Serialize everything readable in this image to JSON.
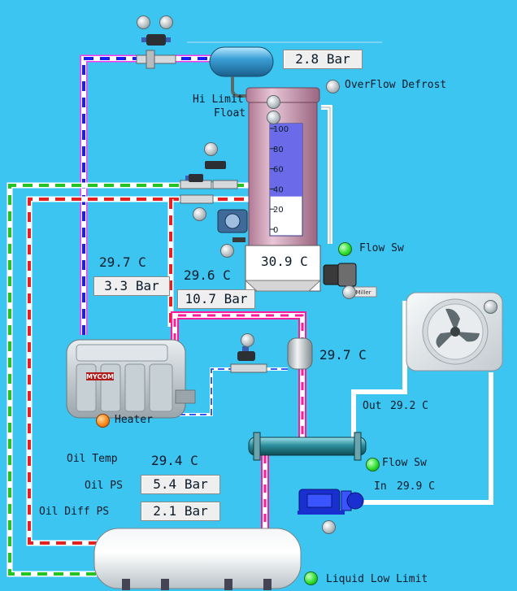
{
  "pressures": {
    "receiver": "2.8 Bar",
    "suction": "3.3 Bar",
    "discharge": "10.7 Bar",
    "oil_ps": "5.4 Bar",
    "oil_diff_ps": "2.1 Bar"
  },
  "temperatures": {
    "suction": "29.7 C",
    "discharge": "29.6 C",
    "vessel": "30.9 C",
    "oil_separator": "29.7 C",
    "oil_temp": "29.4 C",
    "condenser_out": "29.2 C",
    "condenser_in": "29.9 C"
  },
  "labels": {
    "hi_limit_float": [
      "Hi Limit",
      "Float"
    ],
    "overflow_defrost": "OverFlow Defrost",
    "flow_sw_top": "Flow Sw",
    "flow_sw_bottom": "Flow Sw",
    "heater": "Heater",
    "oil_temp": "Oil Temp",
    "oil_ps": "Oil PS",
    "oil_diff_ps": "Oil Diff PS",
    "out": "Out",
    "in": "In",
    "liquid_low_limit": "Liquid Low Limit",
    "compressor_brand": "MYCOM",
    "pump_brand": "Miller"
  },
  "level_gauge": {
    "ticks": [
      "100",
      "80",
      "60",
      "40",
      "20",
      "0"
    ],
    "level_percent": 35
  },
  "indicator_states": {
    "flow_sw_top": "on",
    "flow_sw_bottom": "on",
    "liquid_low_limit": "on",
    "heater": "on"
  },
  "colors": {
    "background": "#3cc5f0",
    "suction_line": "#1a1aff",
    "discharge_line": "#ff1a9a",
    "oil_line": "#e62020",
    "liquid_line": "#22c322",
    "indicator_on": "#2ee02e",
    "heater_on": "#ff8a1a"
  }
}
